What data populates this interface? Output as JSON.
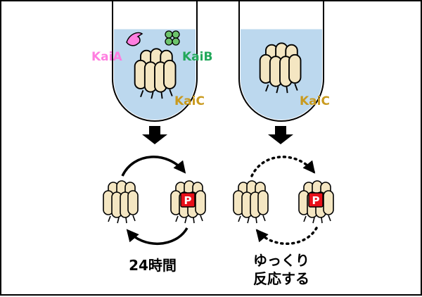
{
  "colors": {
    "kaiA": "#ff7ee0",
    "kaiB": "#22a85a",
    "kaiC": "#c99a1e",
    "protein_fill": "#f4e6c2",
    "tube_liquid": "#bcd8ee",
    "phospho_badge": "#e8101a"
  },
  "icons": {
    "kaiA": "kaiA-protein-icon",
    "kaiB": "kaiB-protein-icon",
    "kaiC": "kaiC-hexamer-icon",
    "phospho": "phosphate-P-badge",
    "arrow_down": "thick-down-arrow"
  },
  "left": {
    "label_kaiA": "KaiA",
    "label_kaiB": "KaiB",
    "label_kaiC": "KaiC",
    "phospho_label": "P",
    "caption": "24時間"
  },
  "right": {
    "label_kaiC": "KaiC",
    "phospho_label": "P",
    "caption_line1": "ゆっくり",
    "caption_line2": "反応する"
  }
}
